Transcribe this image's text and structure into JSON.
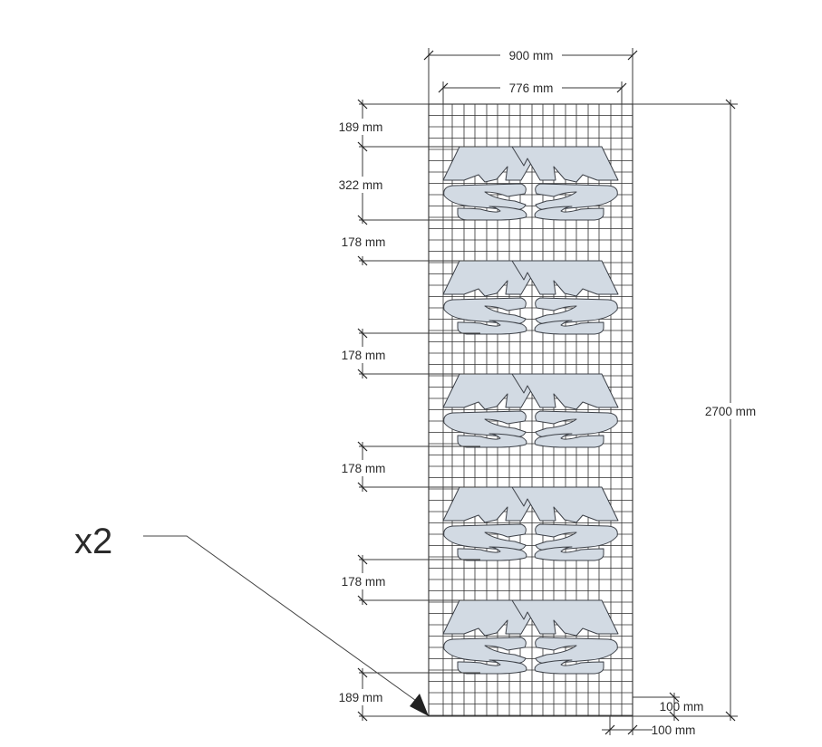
{
  "multiplier": "x2",
  "dimensions": {
    "overall_width": "900 mm",
    "pattern_width": "776 mm",
    "overall_height": "2700 mm",
    "top_margin": "189 mm",
    "motif_height": "322 mm",
    "gap_1": "178 mm",
    "gap_2": "178 mm",
    "gap_3": "178 mm",
    "gap_4": "178 mm",
    "bottom_margin": "189 mm",
    "side_offset_1": "100 mm",
    "side_offset_2": "100 mm"
  },
  "motif_count": 5,
  "colors": {
    "motif_fill": "#d2dae3",
    "line": "#2f2f2f"
  }
}
